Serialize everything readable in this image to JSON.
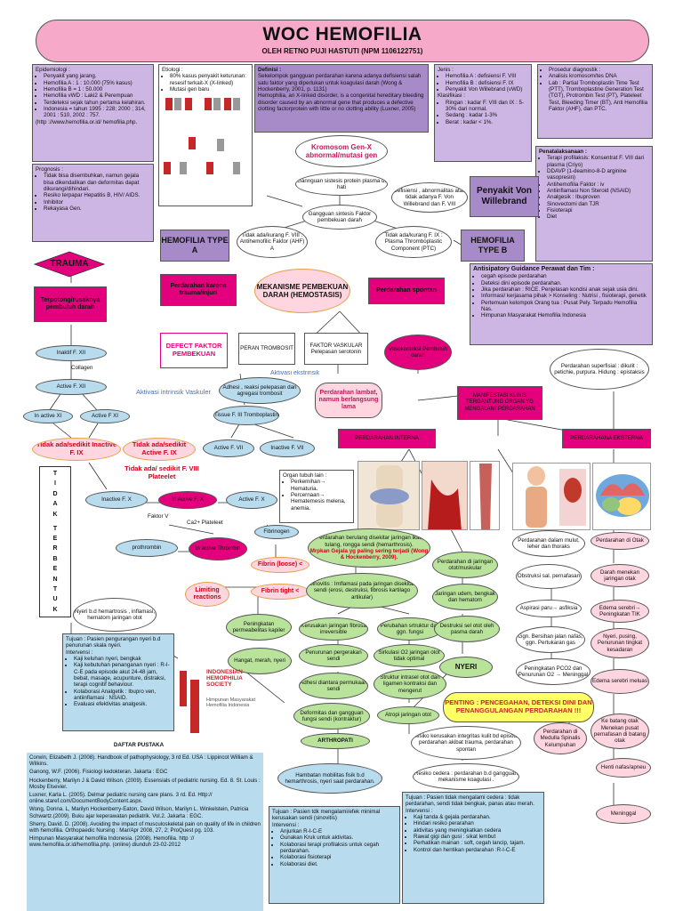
{
  "header": {
    "title": "WOC HEMOFILIA",
    "author": "OLEH RETNO PUJI HASTUTI (NPM 1106122751)"
  },
  "epidemiologi": {
    "title": "Epidemiologi :",
    "items": [
      "Penyakit yang jarang.",
      "Hemofilia A : 1 : 10.000 (75% kasus)",
      "Hemofilia B = 1 : 50.000",
      "Hemofilia vWD : Laki2 & Perempuan",
      "Terdeteksi sejak tahun pertama kelahiran.",
      "Indonesia = tahun 1995 : 228; 2000 ; 314, 2001 : 510, 2002 : 757."
    ],
    "source": "(http ://www.hemofilia.or.id/ hemofilia.php."
  },
  "etiologi": {
    "title": "Etiologi :",
    "items": [
      "80% kasus penyakit keturunan: resesif terkait-X (X-linked)",
      "Mutasi gen baru"
    ]
  },
  "definisi": {
    "title": "Definisi :",
    "items": [
      "Sekelompok gangguan perdarahan karena adanya defisiensi salah satu faktor yang diperlukan untuk koagulasi darah (Wong & Hockenberry, 2001, p. 1131)",
      "Hemophilia, an X-linked disorder, is a congenital hereditary bleeding disorder caused by an abnormal gene that produces a defective clotting factorprotein with little or no clotting ability (Luxner, 2005)"
    ]
  },
  "jenis": {
    "title": "Jenis :",
    "items": [
      "Hemofilia A : defisiensi F. VIII",
      "Hemofilia B : defisiensi F. IX",
      "Penyakit Von Willebrand (vWD)"
    ],
    "klasifikasi_title": "Klasifikasi :",
    "klasifikasi": [
      "Ringan : kadar F. VIII dan IX : 5-30% dari normal.",
      "Sedang : kadar 1-3%",
      "Berat : kadar < 1%."
    ]
  },
  "diagnostik": {
    "items": [
      "Prosedur diagnostik :",
      "Analisis kromosom/tes DNA",
      "Lab : Partial Tromboplastin Time Test (PTT), Tromboplastine Generation Test (TGT), Protrombin Test (PT), Plateleet Test, Bleeding Timer (BT), Anti Hemofilia Faktor (AHF), dan PTC."
    ]
  },
  "prognosis": {
    "title": "Prognosis :",
    "items": [
      "Tidak bisa disembuhkan, namun gejala bisa dikendalikan dan deformitas dapat dikurangi/dihindari.",
      "Resiko terpapar Hepatitis B, HIV/ AIDS.",
      "Inhibitor",
      "Rekayasa Gen."
    ]
  },
  "penatalaksanaan": {
    "title": "Penatalaksanaan :",
    "items": [
      "Terapi profilaksis: Konsentrat F. VIII dari plasma (Criyo)",
      "DDAVP (1-deamino-8-D arginine vasopresin)",
      "Antihemofilia Faktor : iv",
      "Antiinflamasi Non Steroid (NSAID)",
      "Analgesik : Ibuproven",
      "Sinovectomi dan TJR",
      "Fisioterapi",
      "Diet"
    ]
  },
  "antisipatory": {
    "title": "Antisipatory Guidance Perawat dan Tim :",
    "items": [
      "cegah episode perdarahan",
      "Deteksi dini episode perdarahan.",
      "Jika perdarahan : RICE.          Penjelasan kondisi anak sejak usia dini.",
      "Informasi/ kerjasama pihak >      Konseling : Nutrisi , fisioterapi, genetik",
      "Pertemuan kelompok Orang tua :    Pusat Pely. Terpadu Hemofilia Nas.",
      "Himpunan Masyarakat Hemofilia Indonesia"
    ]
  },
  "flow": {
    "kromosom": "Kromosom Gen-X abnormal/mutasi gen",
    "gangguan_plasma": "Gannguan sistesis protein plasma di hati",
    "defisiensi": "Defisiensi , abnormalitas atau tidak adanya F. Von Willebrand dan F. VIII",
    "von_willebrand": "Penyakit Von Willebrand",
    "gangguan_faktor": "Gangguan sintesis Faktor pembekuan darah",
    "tidak_f8": "Tidak ada/kurang F. VIII : Antihemofilic Faktor (AHF) A",
    "tidak_f9": "Tidak ada/kurang F. IX : Plasma Thromboplastic Component (PTC)",
    "hemofilia_a": "HEMOFILIA TYPE A",
    "hemofilia_b": "HEMOFILIA TYPE B",
    "trauma": "TRAUMA",
    "terpotong": "Terpotong/rusaknya pembuluh darah",
    "perdarahan_trauma": "Perdarahan karena trauma/injuri",
    "mekanisme": "MEKANISME PEMBEKUAN DARAH (HEMOSTASIS)",
    "perdarahan_spontan": "Perdarahan spontan",
    "inaktif_f12": "Inaktif F. XII",
    "collagen": "Collagen",
    "active_f12": "Active F. XII",
    "defect_faktor": "DEFECT FAKTOR PEMBEKUAN",
    "peran_trombosit": "PERAN TROMBOSIT",
    "faktor_vaskular": "FAKTOR VASKULAR",
    "pelepasan_serotonin": "Pelepasan serotonin",
    "vasokonstriksi": "Vasokontriksi Pembuluh darah",
    "aktivasi_ekstrinsik": "Aktivasi ekstrinsik",
    "aktivasi_intrinsik": "Aktivasi intrinsik Vaskuler",
    "adhesi": "Adhesi , reaksi pelepasan dan agregasi trombosit",
    "perdarahan_lambat": "Perdarahan lambat, namun berlangsung lama",
    "manifestasi": "MANIFESTASI KLINIS TERGANTUNG ORGAN YG MENGALAMI PERDARAHAN",
    "perdarahan_superfisial": "Perdarahan superfisial : dikulit : petichie, purpura. Hidung : epistaksis",
    "in_active_f11": "In active XI",
    "active_f11": "Active F XI",
    "tissue": "Tissue F. III  Tromboplastin",
    "active_f7": "Active F. VII",
    "inactive_f7": "Inactive F. VII",
    "perdarahan_interna": "PERDARAHAN INTERNA",
    "perdarahan_eksterna": "PERDARAHANA EKSTERNA",
    "tidak_f9_a": "Tidak ada/sedikit Inactive F. IX",
    "tidak_f9_b": "Tidak ada/sedikit Active F. IX",
    "tidak_f8_plat": "Tidak ada/ sedikit F. VIII Plateelet",
    "tidak_terbentuk": [
      "T",
      "I",
      "D",
      "A",
      "K",
      "",
      "T",
      "E",
      "R",
      "B",
      "E",
      "N",
      "T",
      "U",
      "K"
    ],
    "inactive_fx": "Inactive F. X",
    "in_active_fx": "In Active F. X",
    "active_fx": "Active F. X",
    "faktor_v": "Faktor V",
    "ca2": "Ca2+ Plateleet",
    "organ_title": "Organ tubuh lain :",
    "organ_items": [
      "Perkemihan→ Hematuria.",
      "Percernaan→ Hematemesis melena, anemia."
    ],
    "fibrinogen": "Fibrinogen",
    "prothrombin": "prothrombin",
    "inactive_thrombin": "In active Thrombin",
    "fibrin_loose": "Fibrin (loose) <",
    "limiting": "Limiting reactions",
    "fibrin_tight": "Fibrin tight <",
    "hemartrosis": "Perdarahan berulang disekitar  jaringan ikat, tulang, rongga sendi (hemarthrosis).",
    "hemartrosis_red": "Mrpkan Gejala yg paling sering terjadi (Wong & Hockenberry, 2009).",
    "perdarahan_otot": "Perdarahan di jaringan otot/muskular",
    "perdarahan_mulut": "Perdarahan dalam mulut, leher dan thoraks",
    "perdarahan_otak": "Perdarahan di Otak",
    "nyeri_hemartrosis": "Nyeri b.d hemartrosis , inflamasi, hematom jaringan otot",
    "peningkatan_permeabilitas": "Peningkatan permeabelitas kapiler",
    "sinovitis": "Sinovitis : Imflamasi pada jaringan disekitar sendi (erosi, destruksi, fibrosis kartilago artikular)",
    "jaringan_udem": "Jaringan udem, bengkak dan hematom",
    "obstruksi": "Obstruksi sal. pernafasan",
    "darah_menekan": "Darah menekan jaringan otak",
    "aspirasi": "Aspirasi paru→ asfiksia",
    "edema_serebri": "Edema serebri→ Peningkatan TIK",
    "kerusakan_jaringan": "Kerusakan jaringan fibrosa irreversible",
    "perubahan_struktur": "Perubahan srtruktur dan ggn. fungsi",
    "destruksi_otot": "Destruksi sel otot oleh pasma darah",
    "ggn_bersihan": "Ggn. Bersihan jalan nafas, ggn. Pertukaran gas",
    "nyeri_pusing": "Nyeri, pusing, Penurunan tingkat kesadaran",
    "hangat": "Hangat, merah, nyeri",
    "penurunan_pergerakan": "Penurunan pergerakan sendi",
    "sirkulasi_o2": "Sirkulasi O2 jaringan otot tidak optimal",
    "nyeri": "NYERI",
    "peningkatan_pco2": "Peningkatan PCO2 dan Penurunan O2 → Meninggal",
    "edema_serebri_meluas": "Edema serebri meluas",
    "tujuan_nyeri_title": "Tujuan : Pasien pengurangan nyeri b.d penurunan skala nyeri.",
    "intervensi_label": "Intervensi :",
    "tujuan_nyeri_items": [
      "Kaji keluhan nyeri, bengkak",
      "Kaji kebutuhan penanganan nyeri : R-I-C-E pada episode akut 24-48 jam, bebat, masage, acupunture, distraksi, terapi cognitif behaviour.",
      "Kolaborasi Analgetik : Ibupro ven, antiinflamasi : NSAID.",
      "Evaluasi efektivitas analgesik."
    ],
    "adhesi_permukaan": "Adhesi diantara permukaan sendi",
    "struktur_intraseluler": "Struktur intrasel otot dan ligamen kontraksi dan mengerut",
    "deformitas": "Deformitas dan gangguan fungsi sendi (kontraktur)",
    "atropi": "Atropi jaringan otot",
    "penting": "PENTING : PENCEGAHAN, DETEKSI DINI DAN PENANGGULANGAN PERDARAHAN !!!",
    "ke_batang_otak": "Ke batang otak Menekan pusat pernafasan di batang otak",
    "perdarahan_medula": "Perdarahan di Medulla Spinalis Kelumpuhan",
    "arthropati": "ARTHROPATI",
    "resiko_integritas": "Resiko kerusakan integritas kulit bd episode perdarahan akibat trauma, perdarahan spontan",
    "henti_nafas": "Henti nafas/apneu",
    "hambatan_mobilitas": "Hambatan mobilitas fisik b.d hemarthrosis, nyeri saat perdarahan.",
    "resiko_cedera": "Resiko cedera : perdarahan b.d gangguan mekanisme koagulasi .",
    "meninggal": "Meninggal",
    "tujuan_mobilitas_title": "Tujuan : Pasien tdk mengalami/efek minimal kerusakan sendi (sinovitis)",
    "tujuan_mobilitas_items": [
      "Anjurkan R-I-C-E",
      "Gunakan Kruk untuk aktivitas.",
      "Kolaborasi terapi profilaksis untuk cegah perdarahan.",
      "Kolaborasi fisioterapi",
      "Kolaborasi diet."
    ],
    "tujuan_cedera_title": "Tujuan : Pasien tidak mengalami cedera : tidak perdarahan, sendi tidak bengkak, panas atau merah.",
    "tujuan_cedera_items": [
      "Kaji tanda & gejala perdarahan.",
      "Hindari resiko perarahan",
      "aktivitas yang meningkatkan cedera",
      "Rawat gigi dan gusi : sikat lembut",
      "Perhatikan mainan : soft, cegah lancip, tajam.",
      "Kontrol dan hentikan perdarahan :R-I-C-E"
    ]
  },
  "logo": {
    "lines": [
      "INDONESIAN",
      "HEMOPHILIA",
      "SOCIETY"
    ],
    "sub": "Himpunan Masyarakat Hemofilia Indonesia"
  },
  "pustaka": {
    "title": "DAFTAR PUSTAKA",
    "items": [
      "Corwin, Elizabeth J. (2008). Handbook of pathophysiology, 3 rd Ed. USA : Lippincot William & Wilkins.",
      "Ganong, W.F. (2006). Fisiologi kedokteran. Jakarta : EGC",
      "Hockenberry, Marilyn J & David Wilson. (2009). Essensials of pediatric nursing. Ed. 8. St. Louis : Mosby Elsevier.",
      "Luxner, Karla L. (2005). Delmar pediatric nursing care plans. 3 rd. Ed. Http:// online.staref.com/DocumentBodyContent.aspx.",
      "Wong, Donna. L, Marilyn Hockenberry-Eaton, David Wilson, Marilyn L. Winkelstein, Patricia Schwartz.(2009). Buku ajar keperawatan pediatrik. Vol.2. Jakarta : EGC.",
      "Sherry, David. D. (2008). Avoiding the impact of musculoskeletal pain on quality of life in children with hemofilia. Orthopaedic Nursing : Mar/Apr 2008, 27, 2; ProQuest pg. 103.",
      "Himpunan Masyarakat hemofilia Indonesia. (2008). Hemofilia. http :// www.hemofilia.or.id/hemofilia.php. (online) diunduh 23-02-2012"
    ]
  },
  "colors": {
    "magenta": "#e4007c",
    "lavender": "#cdb6e3",
    "purple": "#a78bc8",
    "green": "#b9e39b",
    "blue": "#b8dbee",
    "pink_title": "#f6a9c8",
    "red_text": "#d0021b"
  }
}
